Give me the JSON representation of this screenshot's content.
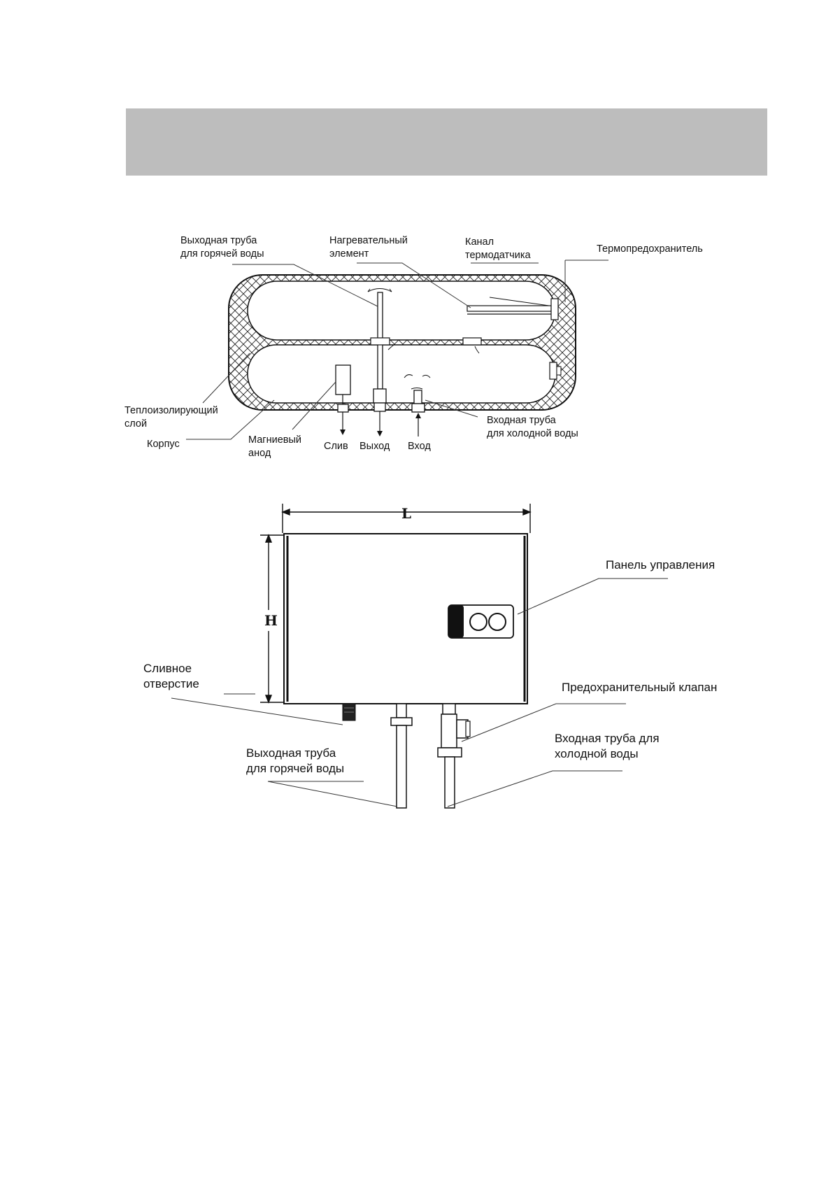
{
  "tank_diagram": {
    "labels": {
      "hot_outlet_pipe": "Выходная труба\nдля горячей воды",
      "heating_element": "Нагревательный\nэлемент",
      "sensor_channel": "Канал\nтермодатчика",
      "thermal_fuse": "Термопредохранитель",
      "insulation_layer": "Теплоизолирующий\nслой",
      "housing": "Корпус",
      "magnesium_anode": "Магниевый\nанод",
      "drain": "Слив",
      "outlet": "Выход",
      "inlet": "Вход",
      "cold_inlet_pipe": "Входная труба\nдля холодной воды"
    }
  },
  "external_view": {
    "dimension_length": "L",
    "dimension_height": "H",
    "labels": {
      "control_panel": "Панель управления",
      "drain_hole": "Сливное\nотверстие",
      "safety_valve": "Предохранительный клапан",
      "hot_outlet_pipe": "Выходная труба\nдля горячей воды",
      "cold_inlet_pipe": "Входная труба для\nхолодной воды"
    }
  }
}
